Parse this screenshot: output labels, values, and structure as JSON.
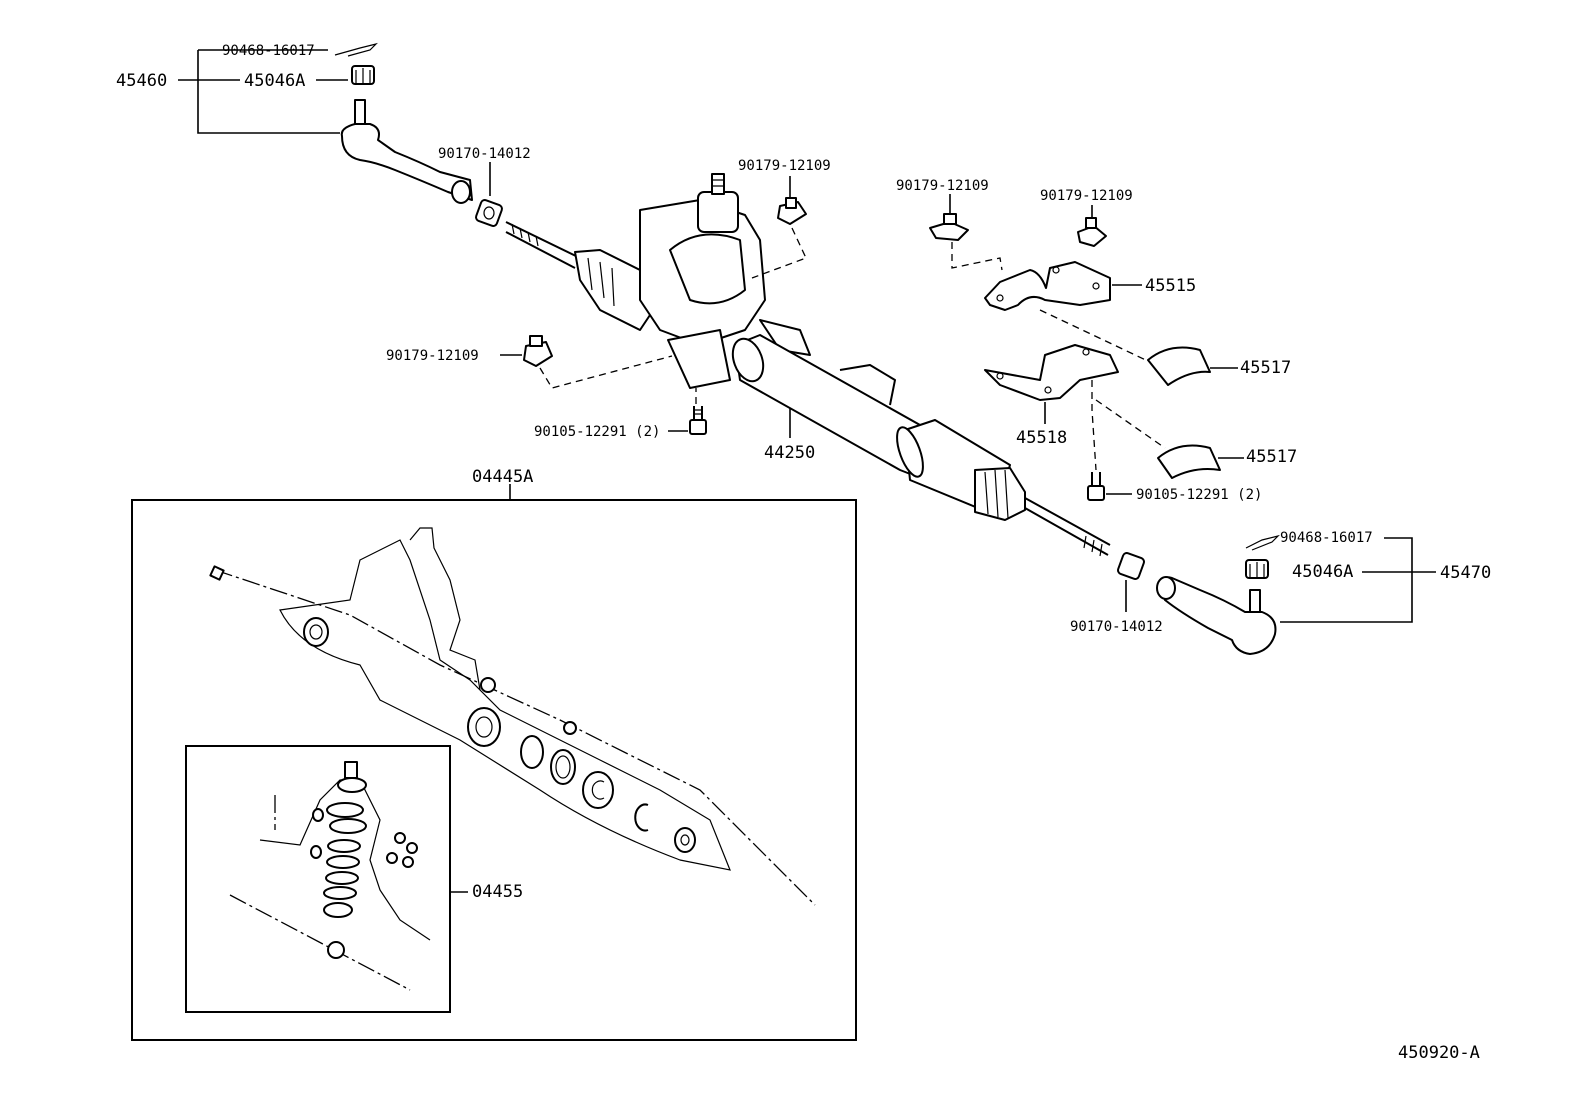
{
  "labels": {
    "tie_rod_end_lh": "45460",
    "cotter_pin_lh": "90468-16017",
    "nut_lh": "45046A",
    "rack_end_lh": "90170-14012",
    "bracket_bolt_top": "90179-12109",
    "bracket_bolt_mid": "90179-12109",
    "bracket_bolt_right": "90179-12109",
    "bracket_bolt_left": "90179-12109",
    "bracket_upper": "45515",
    "grommet_upper": "45517",
    "bracket_lower": "45518",
    "grommet_lower": "45517",
    "bolt_lower": "90105-12291 (2)",
    "bolt_mount": "90105-12291 (2)",
    "gear_assy": "44250",
    "gasket_kit": "04445A",
    "valve_kit": "04455",
    "rack_end_rh": "90170-14012",
    "cotter_pin_rh": "90468-16017",
    "nut_rh": "45046A",
    "tie_rod_end_rh": "45470",
    "diagram_id": "450920-A"
  }
}
